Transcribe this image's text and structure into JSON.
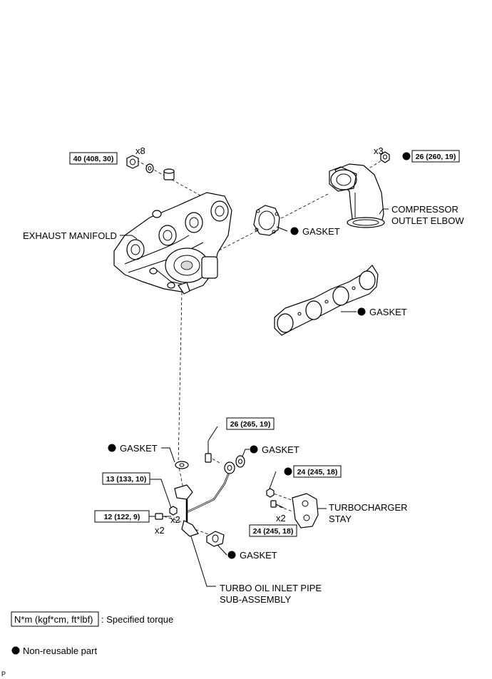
{
  "labels": {
    "exhaust_manifold": "EXHAUST MANIFOLD",
    "compressor_elbow_l1": "COMPRESSOR",
    "compressor_elbow_l2": "OUTLET ELBOW",
    "gasket": "GASKET",
    "turbo_stay_l1": "TURBOCHARGER",
    "turbo_stay_l2": "STAY",
    "oil_pipe_l1": "TURBO OIL INLET PIPE",
    "oil_pipe_l2": "SUB-ASSEMBLY"
  },
  "torques": {
    "manifold_nut": "40 (408, 30)",
    "elbow_nut": "26 (260, 19)",
    "union_bolt": "26 (265, 19)",
    "pipe_nut": "13 (133, 10)",
    "pipe_bolt": "12 (122, 9)",
    "stay_nut": "24 (245, 18)",
    "stay_bolt": "24 (245, 18)"
  },
  "quantities": {
    "manifold_nut": "x8",
    "elbow_nut": "x3",
    "pipe_nut": "x2",
    "pipe_bolt": "x2",
    "stay_bolt": "x2"
  },
  "legend": {
    "torque_box": "N*m (kgf*cm, ft*lbf)",
    "torque_desc": ": Specified torque",
    "nonreusable_desc": "Non-reusable part"
  },
  "footer_code": "P"
}
